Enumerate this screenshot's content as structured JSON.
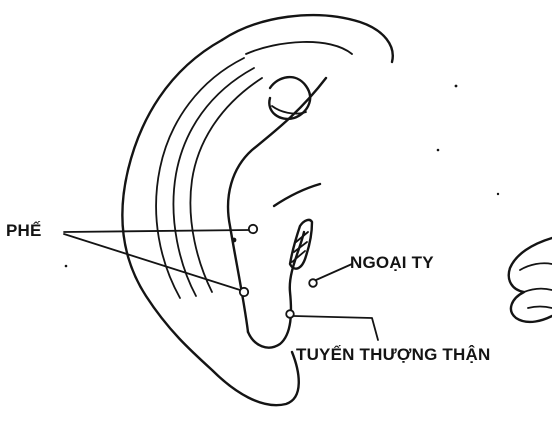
{
  "diagram": {
    "labels": {
      "phe": "PHẾ",
      "ngoai_ty": "NGOẠI TY",
      "tuyen_thuong_than": "TUYẾN THƯỢNG THẬN"
    },
    "ink_color": "#141414",
    "background_color": "#ffffff"
  }
}
